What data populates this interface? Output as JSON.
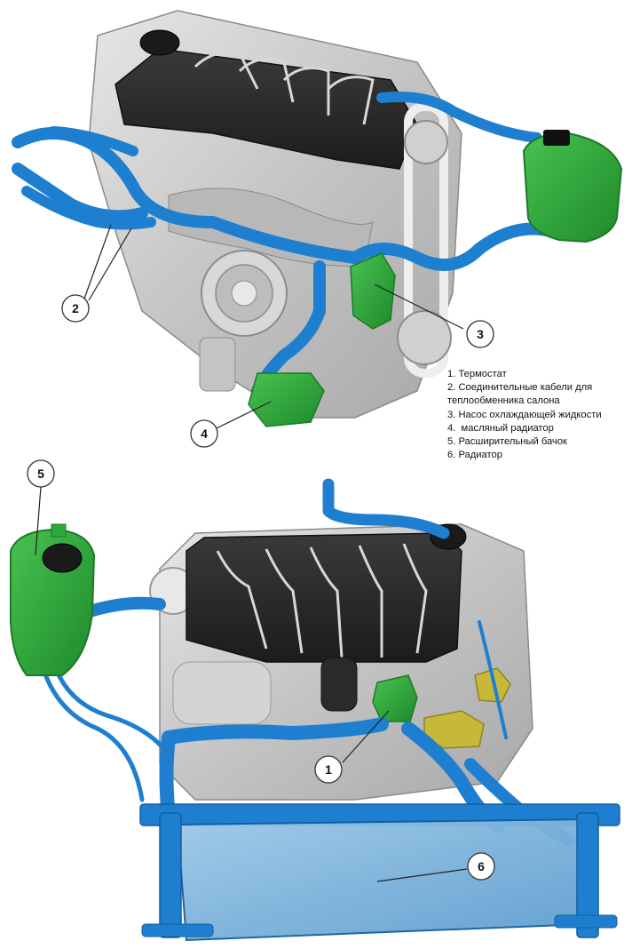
{
  "legend": {
    "items": [
      {
        "number": "1.",
        "text": "Термостат"
      },
      {
        "number": "2.",
        "text": "Соединительные кабели для теплообменника салона"
      },
      {
        "number": "3.",
        "text": "Насос охлаждающей жидкости"
      },
      {
        "number": "4.",
        "text": " масляный радиатор"
      },
      {
        "number": "5.",
        "text": "Расширительный бачок"
      },
      {
        "number": "6.",
        "text": "Радиатор"
      }
    ]
  },
  "callouts": {
    "c1": "1",
    "c2": "2",
    "c3": "3",
    "c4": "4",
    "c5": "5",
    "c6": "6"
  },
  "colors": {
    "coolant_hose": "#1e7fd0",
    "coolant_hose_dark": "#135e9e",
    "green_part": "#2fa83a",
    "green_dark": "#1c7a26",
    "engine_cover": "#2b2b2b",
    "engine_metal": "#cfcfcf",
    "engine_metal_dark": "#9a9a9a",
    "radiator_core": "#7fb6de",
    "yellow_part": "#c8b83a"
  }
}
